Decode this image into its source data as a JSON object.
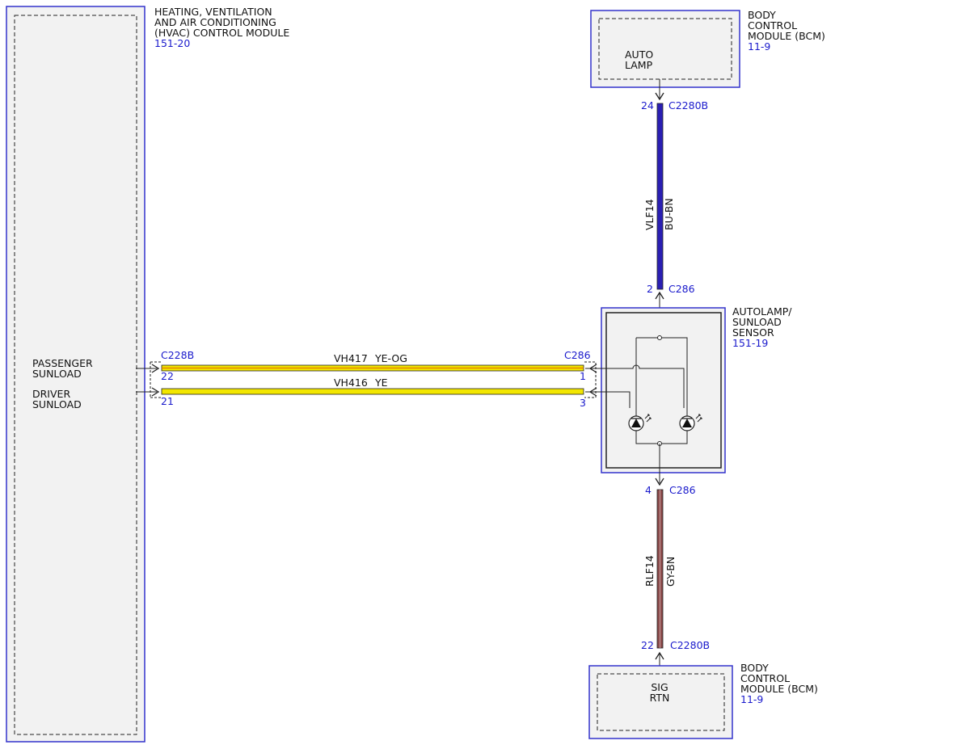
{
  "colors": {
    "module_border": "#3333cc",
    "module_fill": "#f2f2f2",
    "ref_text": "#1a1acc",
    "wire_yellow": "#f2e600",
    "wire_vlf14": "#2a1fb3",
    "wire_rlf14": "#8a4a4a",
    "line": "#222222"
  },
  "modules": {
    "hvac": {
      "title_lines": [
        "HEATING, VENTILATION",
        "AND AIR CONDITIONING",
        "(HVAC) CONTROL MODULE"
      ],
      "ref": "151-20",
      "signals": {
        "passenger": [
          "PASSENGER",
          "SUNLOAD"
        ],
        "driver": [
          "DRIVER",
          "SUNLOAD"
        ]
      }
    },
    "bcm_top": {
      "title_lines": [
        "BODY",
        "CONTROL",
        "MODULE (BCM)"
      ],
      "ref": "11-9",
      "signal_lines": [
        "AUTO",
        "LAMP"
      ]
    },
    "sensor": {
      "title_lines": [
        "AUTOLAMP/",
        "SUNLOAD",
        "SENSOR"
      ],
      "ref": "151-19",
      "photo_icon": "photodiode-icon"
    },
    "bcm_bottom": {
      "title_lines": [
        "BODY",
        "CONTROL",
        "MODULE (BCM)"
      ],
      "ref": "11-9",
      "signal_lines": [
        "SIG",
        "RTN"
      ]
    }
  },
  "wires": {
    "vh417": {
      "circuit": "VH417",
      "color_code": "YE-OG",
      "from": {
        "connector": "C228B",
        "pin": "22"
      },
      "to": {
        "connector": "C286",
        "pin": "1"
      }
    },
    "vh416": {
      "circuit": "VH416",
      "color_code": "YE",
      "from": {
        "pin": "21"
      },
      "to": {
        "pin": "3"
      }
    },
    "vlf14": {
      "circuit": "VLF14",
      "color_code": "BU-BN",
      "top": {
        "pin": "24",
        "connector": "C2280B"
      },
      "bottom": {
        "pin": "2",
        "connector": "C286"
      }
    },
    "rlf14": {
      "circuit": "RLF14",
      "color_code": "GY-BN",
      "top": {
        "pin": "4",
        "connector": "C286"
      },
      "bottom": {
        "pin": "22",
        "connector": "C2280B"
      }
    }
  }
}
